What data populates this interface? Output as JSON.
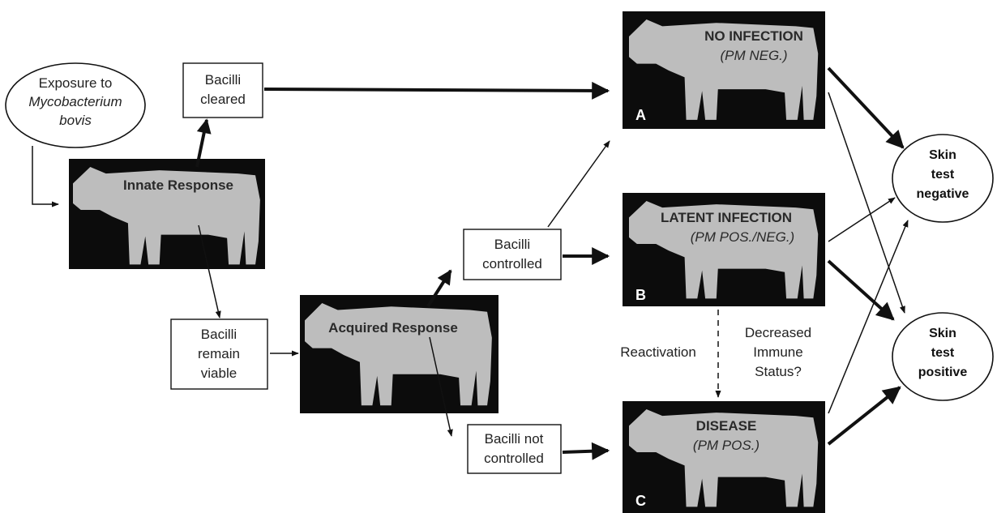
{
  "exposure": [
    "Exposure to",
    "Mycobacterium",
    "bovis"
  ],
  "innate_label": "Innate Response",
  "acquired_label": "Acquired Response",
  "boxes": {
    "cleared": [
      "Bacilli",
      "cleared"
    ],
    "viable": [
      "Bacilli",
      "remain",
      "viable"
    ],
    "controlled": [
      "Bacilli",
      "controlled"
    ],
    "not_controlled": [
      "Bacilli not",
      "controlled"
    ]
  },
  "outcomes": {
    "a": {
      "title": "NO INFECTION",
      "sub": "(PM NEG.)",
      "letter": "A"
    },
    "b": {
      "title": "LATENT INFECTION",
      "sub": "(PM POS./NEG.)",
      "letter": "B"
    },
    "c": {
      "title": "DISEASE",
      "sub": "(PM POS.)",
      "letter": "C"
    }
  },
  "reactivation": "Reactivation",
  "decreased": [
    "Decreased",
    "Immune",
    "Status?"
  ],
  "skin_negative": [
    "Skin",
    "test",
    "negative"
  ],
  "skin_positive": [
    "Skin",
    "test",
    "positive"
  ],
  "colors": {
    "panel": "#0c0c0c",
    "cow": "#bdbdbd",
    "line": "#111111"
  }
}
